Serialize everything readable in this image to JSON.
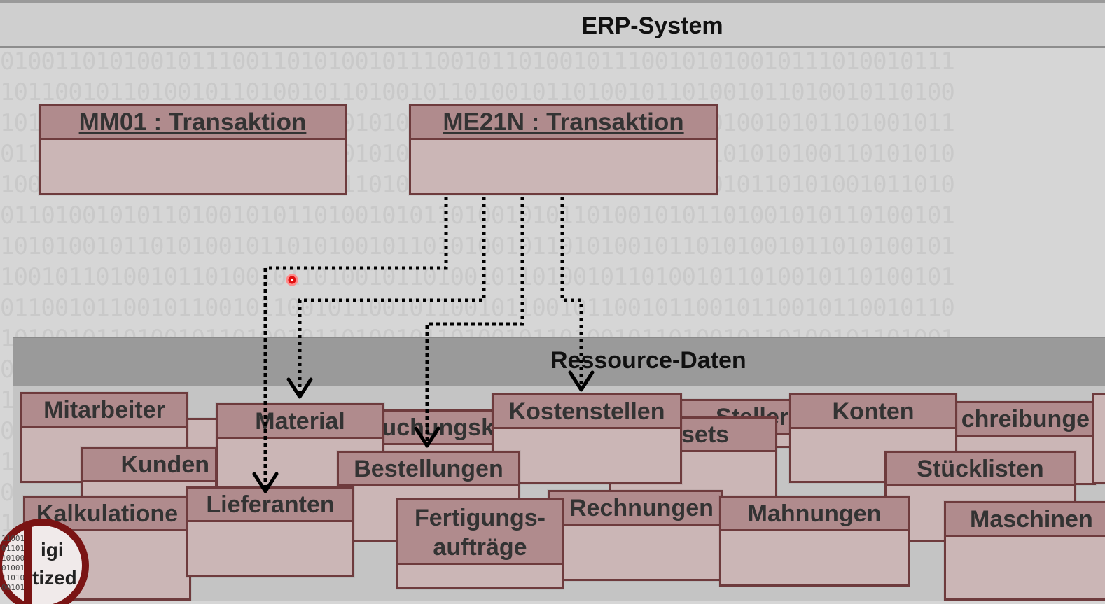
{
  "title": "ERP-System",
  "transactions": [
    {
      "label": "MM01 : Transaktion"
    },
    {
      "label": "ME21N : Transaktion"
    }
  ],
  "resources": {
    "title": "Ressource-Daten",
    "items": {
      "mitarbeiter": "Mitarbeiter",
      "kunden": "Kunden",
      "kalkulationen": "Kalkulatione",
      "material": "Material",
      "buchungsk": "uchungsk",
      "lieferanten": "Lieferanten",
      "bestellungen": "Bestellungen",
      "kostenstellen": "Kostenstellen",
      "fertigung_1": "Fertigungs-",
      "fertigung_2": "aufträge",
      "stellen": "Steller",
      "sets": "sets",
      "rechnungen": "Rechnungen",
      "konten": "Konten",
      "beschreibungen": "chreibunge",
      "stuecklisten": "Stücklisten",
      "mahnungen": "Mahnungen",
      "maschinen": "Maschinen"
    }
  },
  "logo": {
    "line1": "igi",
    "line2": "tized"
  },
  "colors": {
    "box_fill": "#cbb6b6",
    "box_header": "#b08b8d",
    "box_border": "#6e3b3d",
    "cursor": "#e01010"
  }
}
